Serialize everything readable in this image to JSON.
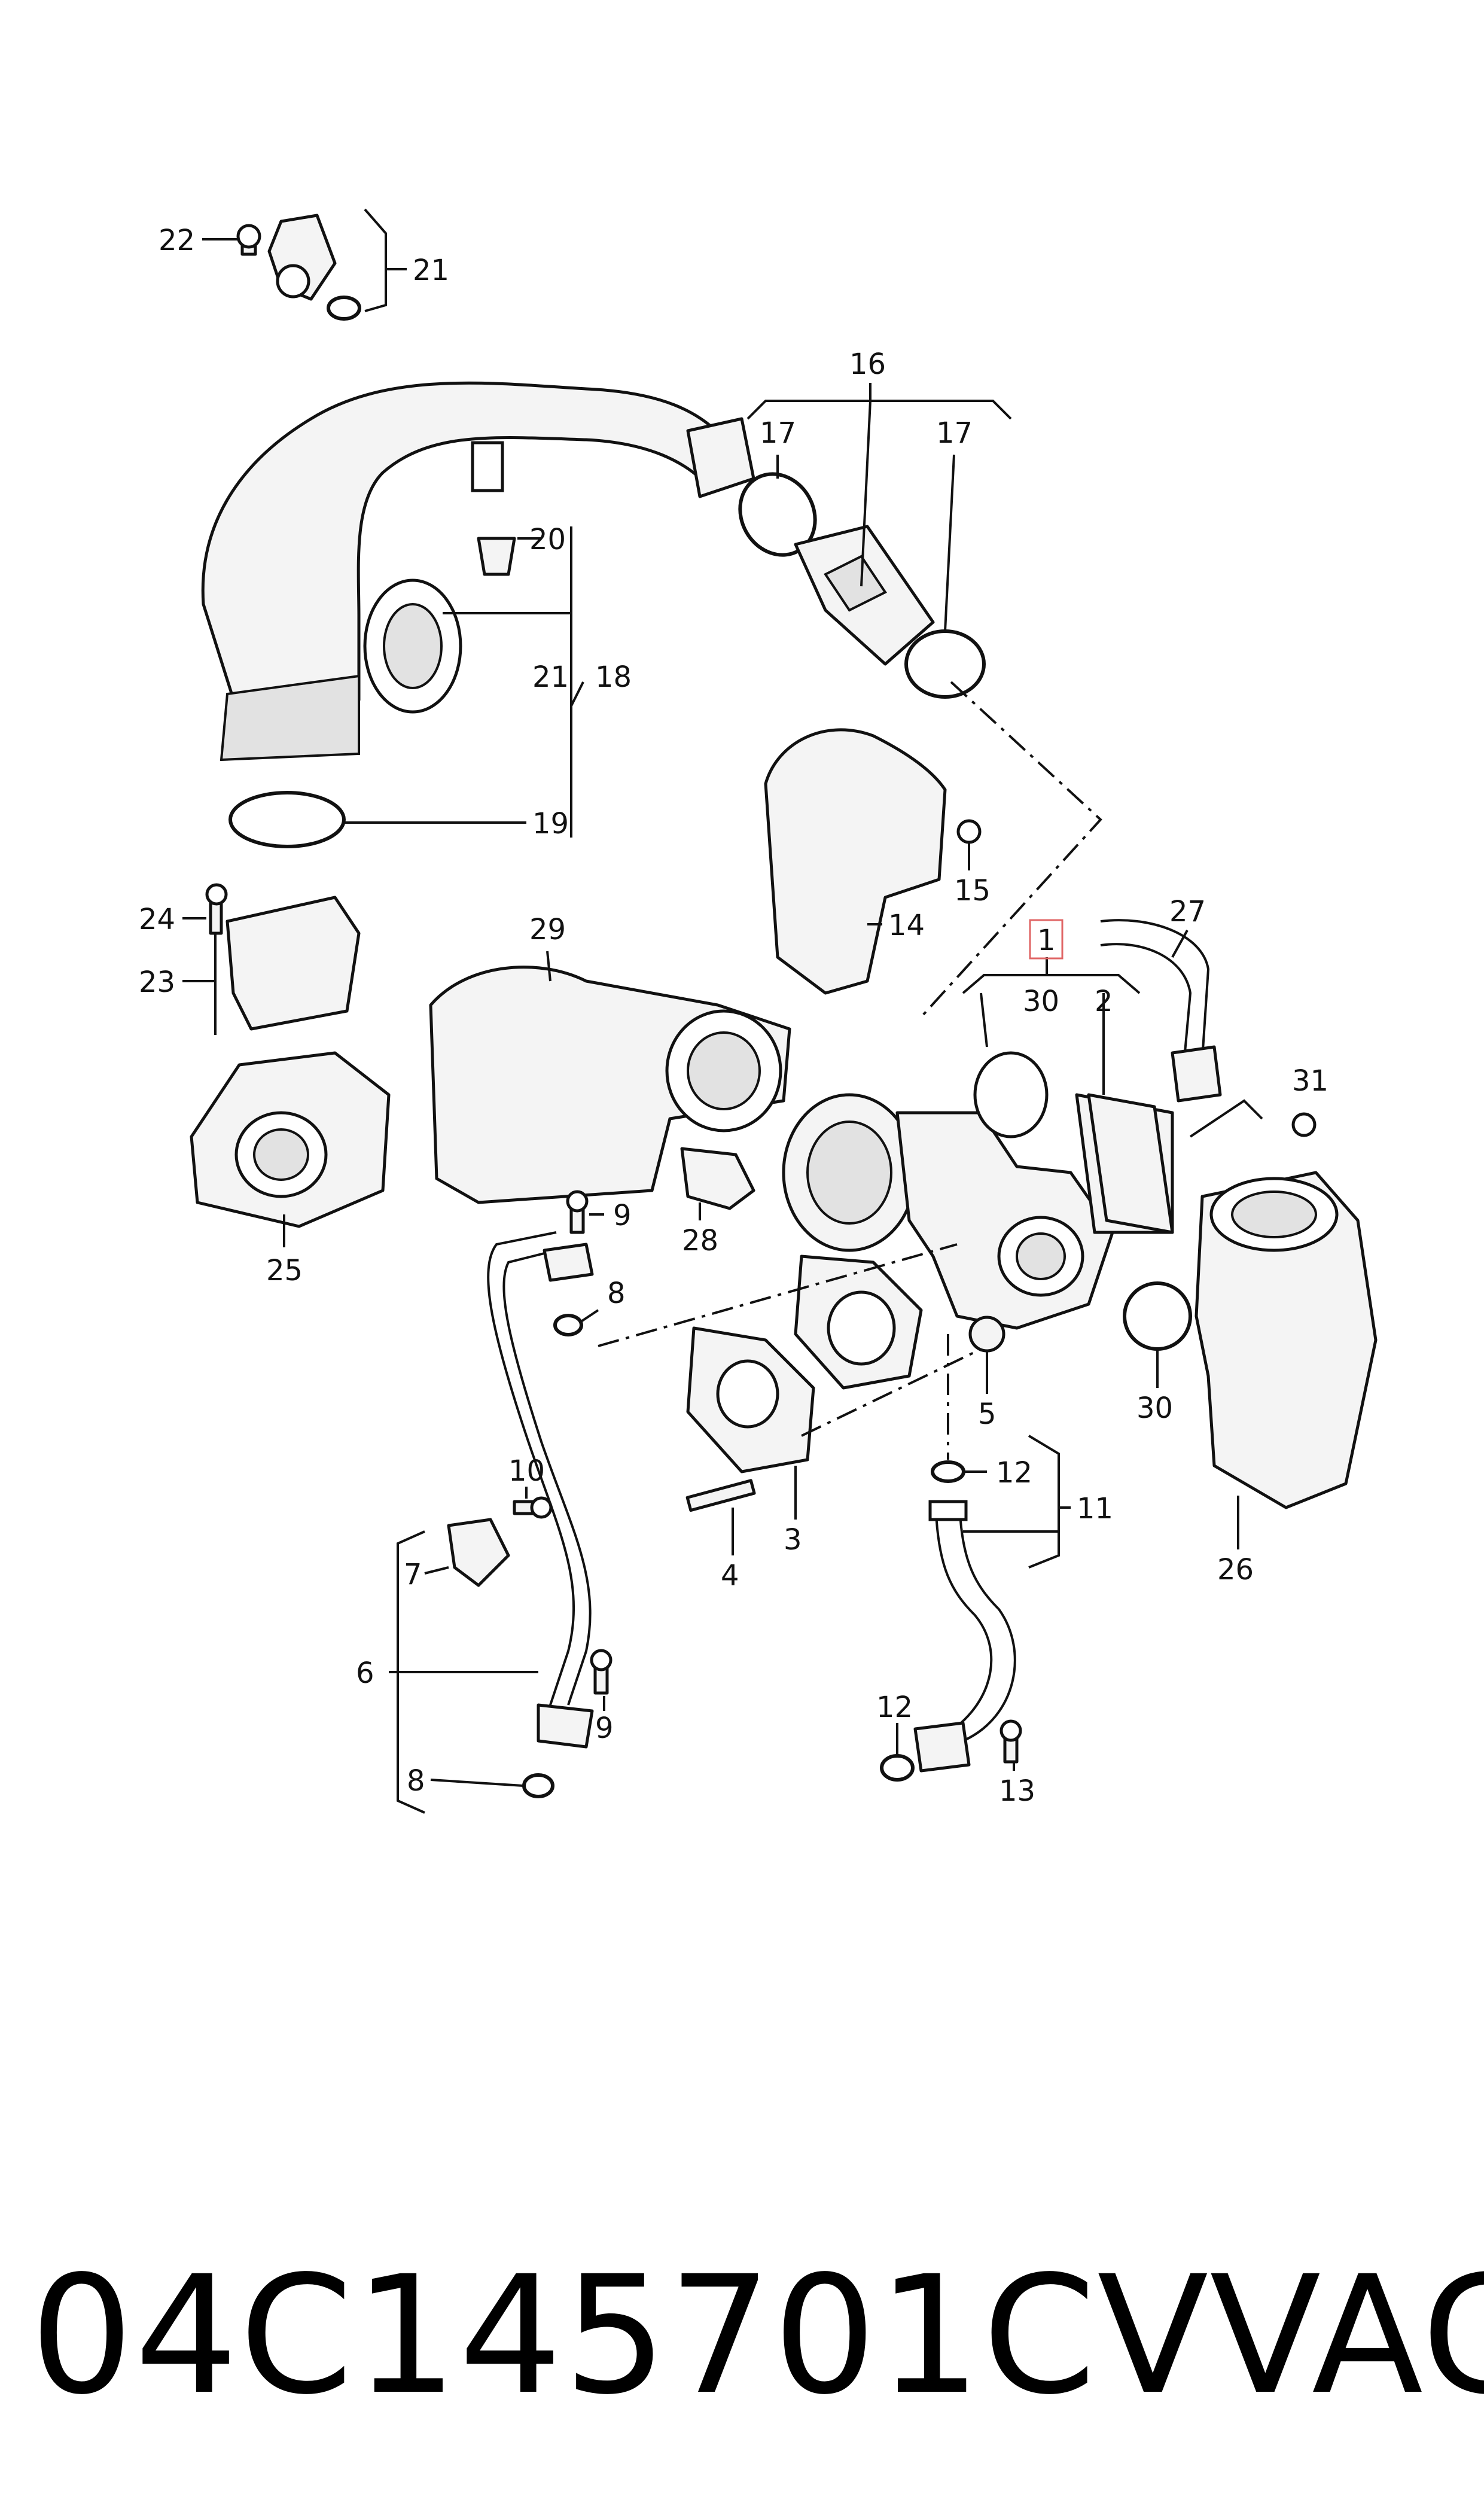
{
  "caption": {
    "part_number": "04C145701CV",
    "brand": "VAG"
  },
  "callouts": [
    "22",
    "21",
    "16",
    "17",
    "17",
    "20",
    "21",
    "18",
    "19",
    "15",
    "14",
    "24",
    "23",
    "29",
    "27",
    "1",
    "30",
    "2",
    "31",
    "25",
    "28",
    "9",
    "8",
    "5",
    "30",
    "12",
    "11",
    "10",
    "26",
    "7",
    "4",
    "3",
    "6",
    "9",
    "12",
    "8",
    "13"
  ]
}
